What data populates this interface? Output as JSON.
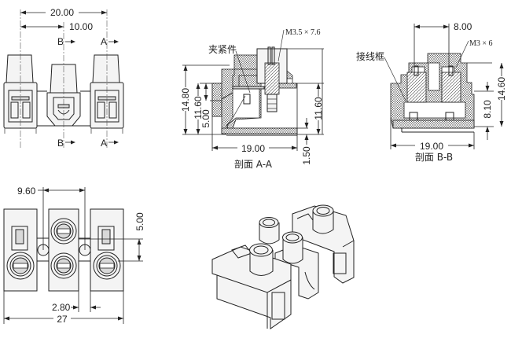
{
  "drawing": {
    "title": "Terminal block 2-pole technical drawing",
    "front_view": {
      "dim_overall_pitch": "20.00",
      "dim_half_pitch": "10.00",
      "section_mark_b": "B",
      "section_mark_a": "A"
    },
    "section_aa": {
      "caption": "剖面 A-A",
      "callout_clamp": "夹紧件",
      "callout_screw": "M3.5 × 7.6",
      "dim_total_height": "14.80",
      "dim_inner_height_left": "11.60",
      "dim_step": "5.00",
      "dim_inner_height_right": "11.60",
      "dim_width": "19.00",
      "dim_base": "1.50"
    },
    "section_bb": {
      "caption": "剖面 B-B",
      "callout_frame": "接线框",
      "callout_screw": "M3 × 6",
      "dim_screw_pitch": "8.00",
      "dim_total_height": "14.60",
      "dim_mid_height": "8.10",
      "dim_width": "19.00"
    },
    "top_view": {
      "dim_hole_spacing": "9.60",
      "dim_hole_offset": "5.00",
      "dim_gap": "2.80",
      "dim_overall_length": "27"
    }
  }
}
